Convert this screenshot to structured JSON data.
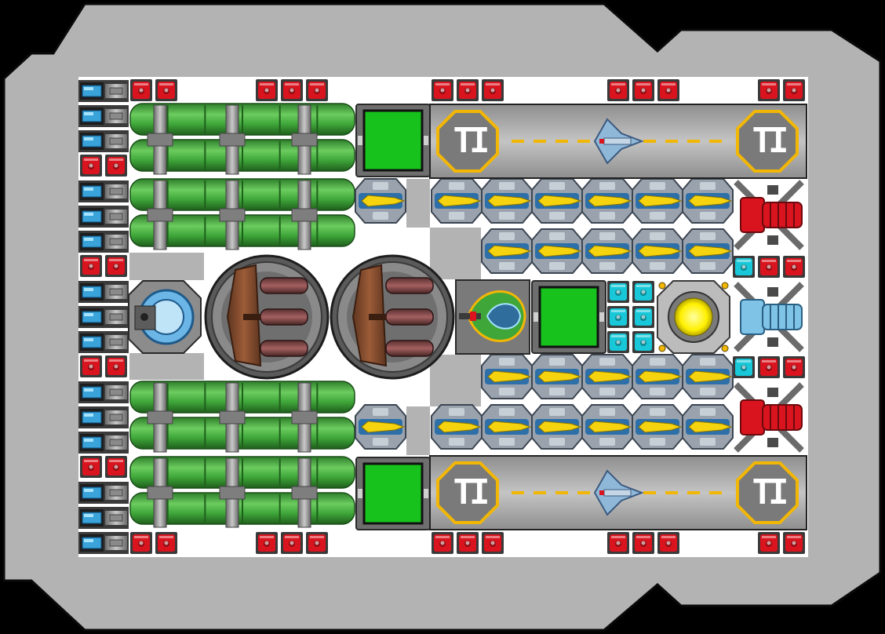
{
  "scene": {
    "name": "ship-layout-editor",
    "hull_color": "#b3b3b3",
    "floor_color": "#ffffff",
    "hull_outline": "#0a0a0a"
  },
  "runway_top": {
    "sign": "TI",
    "accent": "#f2b705"
  },
  "runway_bottom": {
    "sign": "TI",
    "accent": "#f2b705"
  },
  "colors": {
    "battery_cell": "#3aa3d9",
    "armor_red": "#d9141e",
    "armor_cyan": "#18c8d8",
    "tank_green": "#3fa73a",
    "pad_green": "#16c21b",
    "missile_yellow": "#f5d40f",
    "turret_brown": "#8a4f30",
    "reactor_yellow": "#fff000"
  }
}
